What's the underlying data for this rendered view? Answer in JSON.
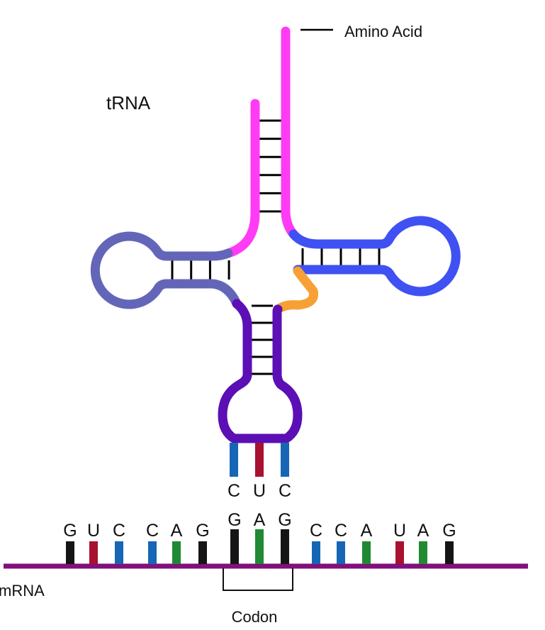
{
  "title": "tRNA",
  "labels": {
    "amino_acid": "Amino Acid",
    "mrna": "mRNA",
    "codon": "Codon"
  },
  "colors": {
    "acceptor_stem": "#ff3bf5",
    "d_arm": "#6366b8",
    "t_arm": "#3f51f2",
    "variable_loop": "#f7a035",
    "anticodon_arm": "#5b0fb5",
    "mrna_backbone": "#80107a",
    "base_pair": "#000000",
    "nucleotide": {
      "A": "#1f8a33",
      "U": "#a8112f",
      "C": "#1666b5",
      "G": "#151515"
    }
  },
  "anticodon": [
    "C",
    "U",
    "C"
  ],
  "mrna": {
    "sequence": [
      "G",
      "U",
      "C",
      "C",
      "A",
      "G",
      "G",
      "A",
      "G",
      "C",
      "C",
      "A",
      "U",
      "A",
      "G"
    ],
    "codon_index": [
      6,
      7,
      8
    ]
  },
  "base_pairs": {
    "acceptor_stem": 6,
    "d_arm": 4,
    "t_arm": 5,
    "anticodon_stem": 5
  }
}
